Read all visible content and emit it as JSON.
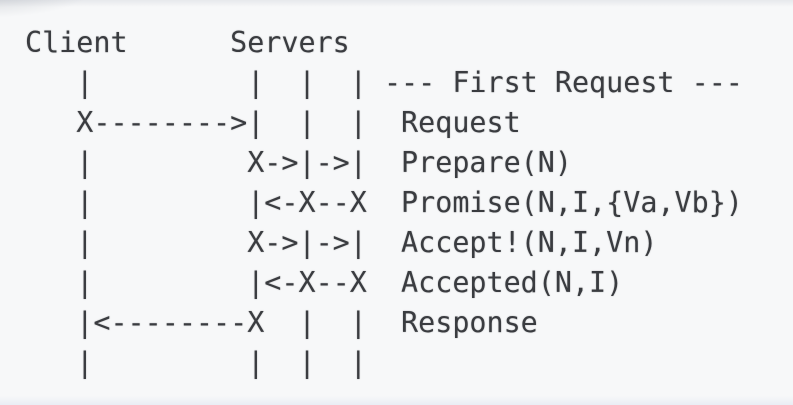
{
  "colors": {
    "background": "#f7f8f9",
    "text": "#3a3c40"
  },
  "diagram": {
    "actors": {
      "client": "Client",
      "servers": "Servers"
    },
    "section_header": "--- First Request ---",
    "messages": [
      {
        "label": "Request",
        "arrow": "X-------->|  |  |"
      },
      {
        "label": "Prepare(N)",
        "arrow": "X->|->|"
      },
      {
        "label": "Promise(N,I,{Va,Vb})",
        "arrow": "|<-X--X"
      },
      {
        "label": "Accept!(N,I,Vn)",
        "arrow": "X->|->|"
      },
      {
        "label": "Accepted(N,I)",
        "arrow": "|<-X--X"
      },
      {
        "label": "Response",
        "arrow": "|<--------X  |  |"
      }
    ],
    "ascii_lines": [
      "Client      Servers",
      "   |         |  |  | --- First Request ---",
      "   X-------->|  |  |  Request",
      "   |         X->|->|  Prepare(N)",
      "   |         |<-X--X  Promise(N,I,{Va,Vb})",
      "   |         X->|->|  Accept!(N,I,Vn)",
      "   |         |<-X--X  Accepted(N,I)",
      "   |<--------X  |  |  Response",
      "   |         |  |  |"
    ]
  }
}
